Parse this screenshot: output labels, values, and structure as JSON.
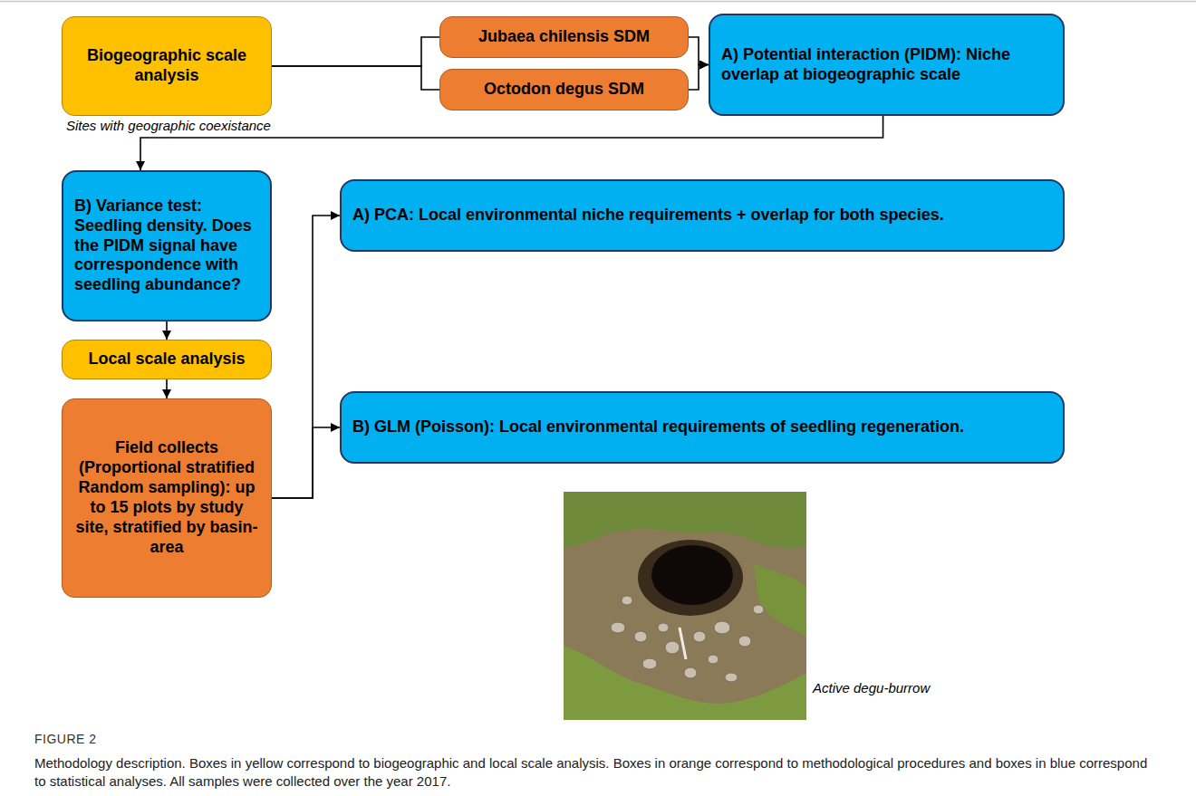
{
  "diagram": {
    "caption": "Methodology description. Boxes in yellow correspond to biogeographic and local scale analysis. Boxes in orange correspond to methodological procedures and boxes in blue correspond to statistical analyses. All samples were collected over the year 2017.",
    "nodes": [
      {
        "text": [
          "Biogeographic scale analysis"
        ]
      },
      {
        "text": [
          "Jubaea chilensis SDM"
        ]
      },
      {
        "text": [
          "Octodon degus SDM"
        ]
      },
      {
        "text": [
          "A) Potential interaction (PIDM): Niche overlap at biogeographic scale"
        ]
      },
      {
        "text": [
          "B) Variance test: Seedling density. Does the PIDM signal have correspondence with seedling abundance?"
        ]
      },
      {
        "text": [
          "Local scale analysis"
        ]
      },
      {
        "text": [
          "Field collects (Proportional stratified Random sampling): up to 15 plots by study site, stratified by basin-area"
        ]
      },
      {
        "text": [
          "A) PCA: Local environmental niche requirements + overlap for both species."
        ]
      },
      {
        "text": [
          "B) GLM (Poisson): Local environmental requirements of seedling regeneration."
        ]
      }
    ],
    "edges": [
      {
        "from": 0,
        "to": 1,
        "arrow": "none"
      },
      {
        "from": 0,
        "to": 2,
        "arrow": "none"
      },
      {
        "from": 1,
        "to": 3,
        "arrow": "to"
      },
      {
        "from": 2,
        "to": 3,
        "arrow": "to"
      },
      {
        "from": 3,
        "to": 4,
        "label": "Sites with geographic coexistance",
        "arrow": "to"
      },
      {
        "from": 4,
        "to": 5,
        "arrow": "to"
      },
      {
        "from": 5,
        "to": 6,
        "arrow": "to"
      },
      {
        "from": 6,
        "to": 7,
        "arrow": "to"
      },
      {
        "from": 6,
        "to": 8,
        "arrow": "to"
      }
    ],
    "labels": [
      "Active degu-burrow",
      "FIGURE 2"
    ]
  }
}
